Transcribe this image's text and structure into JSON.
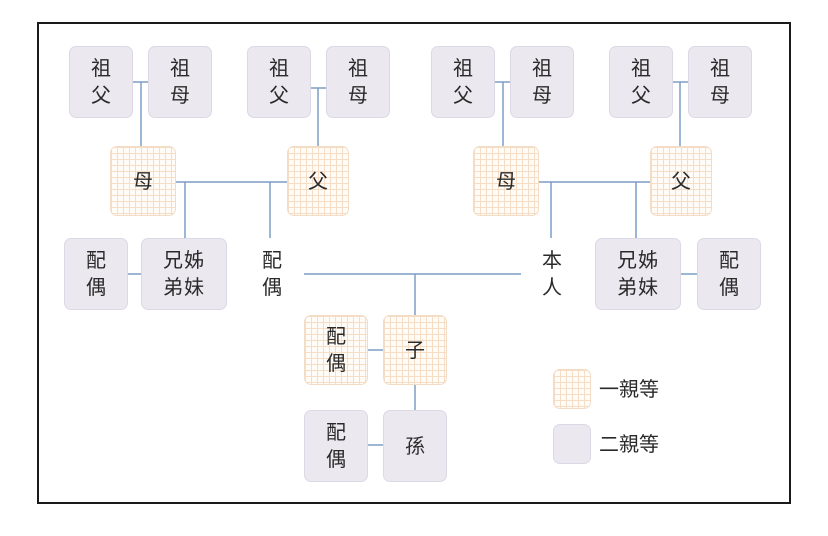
{
  "nodes": {
    "gf1": "祖\n父",
    "gm1": "祖\n母",
    "gf2": "祖\n父",
    "gm2": "祖\n母",
    "gf3": "祖\n父",
    "gm3": "祖\n母",
    "gf4": "祖\n父",
    "gm4": "祖\n母",
    "mother_left": "母",
    "father_left": "父",
    "mother_right": "母",
    "father_right": "父",
    "sibling_spouse_left": "配\n偶",
    "siblings_left": "兄姊\n弟妹",
    "spouse_self": "配\n偶",
    "self": "本\n人",
    "siblings_right": "兄姊\n弟妹",
    "sibling_spouse_right": "配\n偶",
    "child_spouse": "配\n偶",
    "child": "子",
    "grandchild_spouse": "配\n偶",
    "grandchild": "孫"
  },
  "legend": {
    "first_degree": "一親等",
    "second_degree": "二親等"
  },
  "colors": {
    "line": "#7b9ec4",
    "first_degree_grid": "#f6ddc6",
    "second_degree_fill": "#ebe8f0",
    "frame": "#1a1a1a"
  }
}
